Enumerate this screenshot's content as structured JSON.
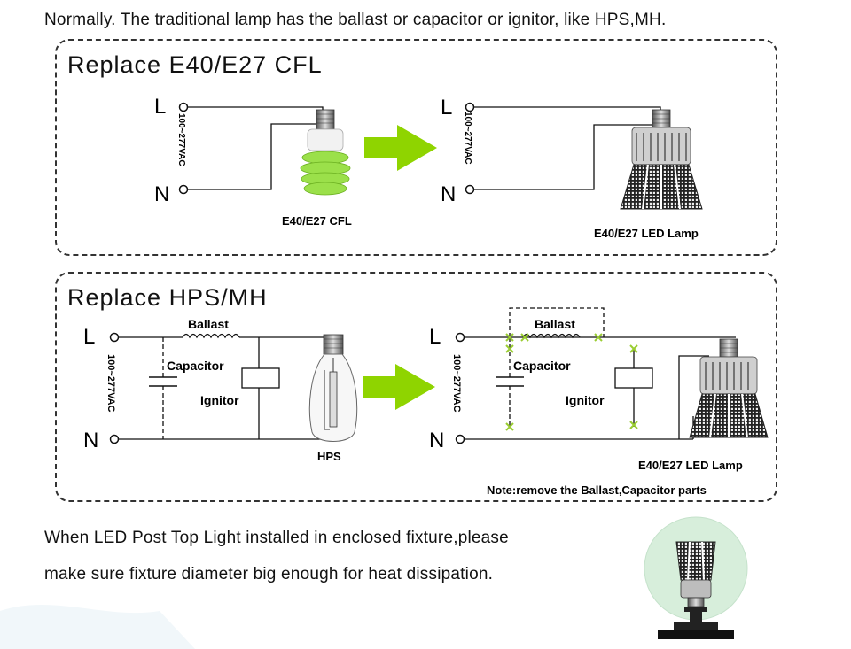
{
  "header": {
    "note": "Normally. The traditional lamp has the ballast or capacitor or ignitor, like HPS,MH."
  },
  "panel_cfl": {
    "title": "Replace E40/E27 CFL",
    "left": {
      "label_l": "L",
      "label_n": "N",
      "voltage": "100~277VAC",
      "lamp_label": "E40/E27 CFL"
    },
    "right": {
      "label_l": "L",
      "label_n": "N",
      "voltage": "100~277VAC",
      "lamp_label": "E40/E27 LED Lamp"
    }
  },
  "panel_hps": {
    "title": "Replace HPS/MH",
    "left": {
      "label_l": "L",
      "label_n": "N",
      "voltage": "100~277VAC",
      "ballast": "Ballast",
      "capacitor": "Capacitor",
      "ignitor": "Ignitor",
      "lamp_label": "HPS"
    },
    "right": {
      "label_l": "L",
      "label_n": "N",
      "voltage": "100~277VAC",
      "ballast": "Ballast",
      "capacitor": "Capacitor",
      "ignitor": "Ignitor",
      "lamp_label": "E40/E27 LED Lamp",
      "note": "Note:remove the Ballast,Capacitor parts"
    }
  },
  "footer": {
    "line1": "When LED Post Top Light installed in enclosed fixture,please",
    "line2": "make sure fixture diameter big  enough for heat dissipation."
  },
  "colors": {
    "arrow": "#8fd400",
    "cfl_green": "#9be04a",
    "remove_mark": "#9acd32",
    "fixture_glow": "#d7eedb"
  }
}
